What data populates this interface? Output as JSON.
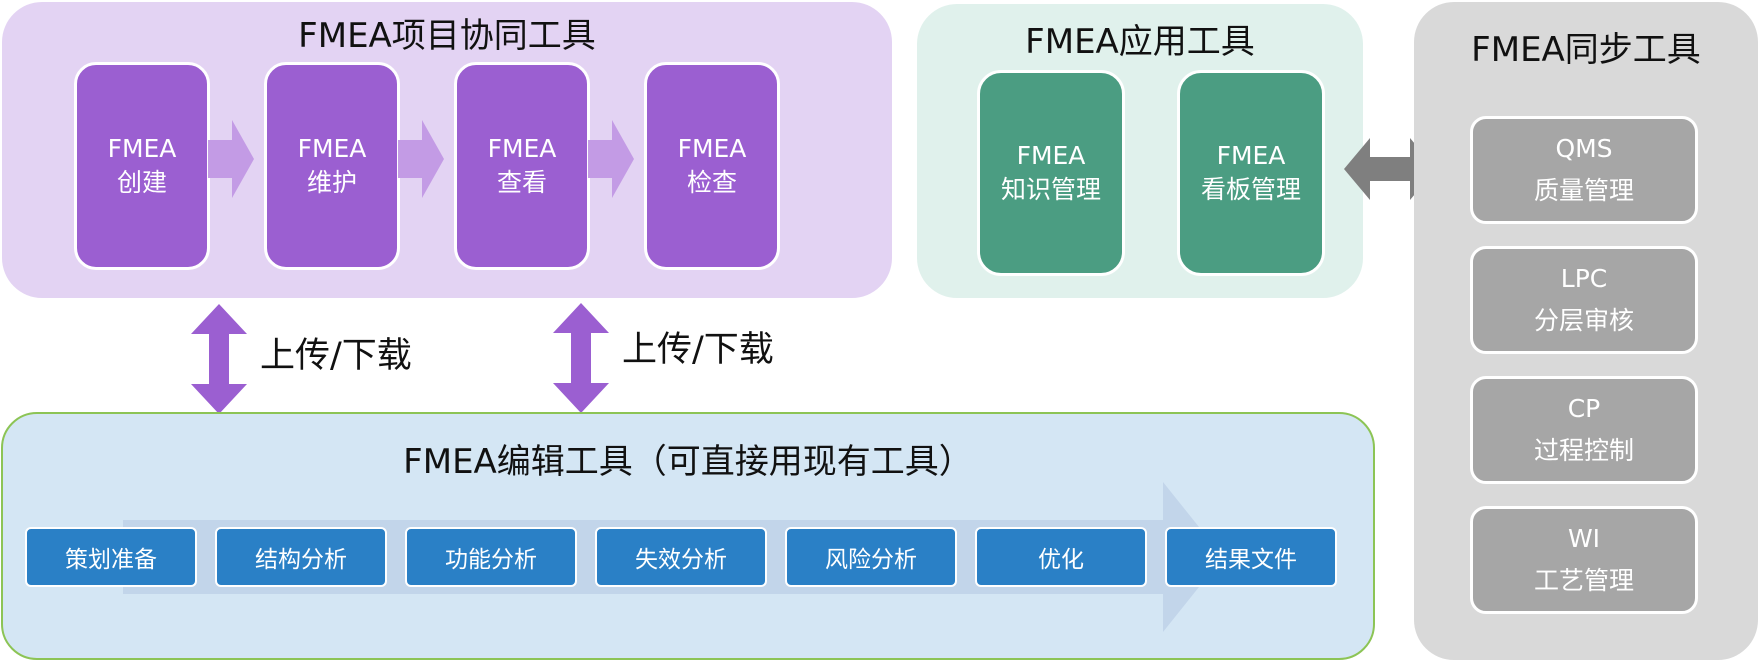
{
  "collab": {
    "title": "FMEA项目协同工具",
    "boxes": [
      {
        "line1": "FMEA",
        "line2": "创建"
      },
      {
        "line1": "FMEA",
        "line2": "维护"
      },
      {
        "line1": "FMEA",
        "line2": "查看"
      },
      {
        "line1": "FMEA",
        "line2": "检查"
      }
    ]
  },
  "app": {
    "title": "FMEA应用工具",
    "boxes": [
      {
        "line1": "FMEA",
        "line2": "知识管理"
      },
      {
        "line1": "FMEA",
        "line2": "看板管理"
      }
    ]
  },
  "sync": {
    "title": "FMEA同步工具",
    "boxes": [
      {
        "line1": "QMS",
        "line2": "质量管理"
      },
      {
        "line1": "LPC",
        "line2": "分层审核"
      },
      {
        "line1": "CP",
        "line2": "过程控制"
      },
      {
        "line1": "WI",
        "line2": "工艺管理"
      }
    ]
  },
  "edit": {
    "title": "FMEA编辑工具（可直接用现有工具）",
    "steps": [
      "策划准备",
      "结构分析",
      "功能分析",
      "失效分析",
      "风险分析",
      "优化",
      "结果文件"
    ]
  },
  "connectors": {
    "label_left": "上传/下载",
    "label_right": "上传/下载"
  },
  "colors": {
    "purple": "#9b5fd1",
    "green": "#4b9d82",
    "gray": "#a6a6a6",
    "blue": "#2a80c6"
  }
}
